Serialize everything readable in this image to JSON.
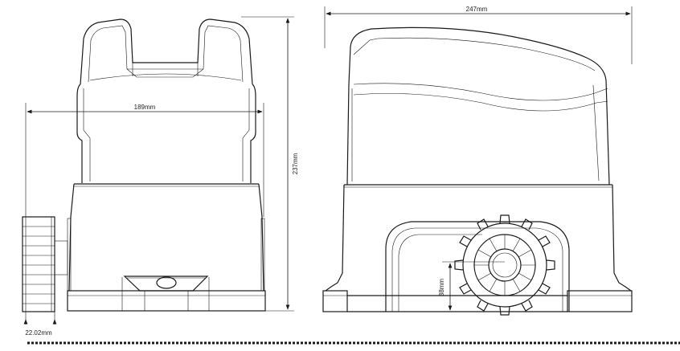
{
  "dimensions": {
    "width_front": "189mm",
    "height": "237mm",
    "width_side": "247mm",
    "pinion_height": "38mm",
    "pinion_offset": "22.02mm"
  },
  "colors": {
    "line": "#1a1a1a",
    "background": "#ffffff"
  }
}
